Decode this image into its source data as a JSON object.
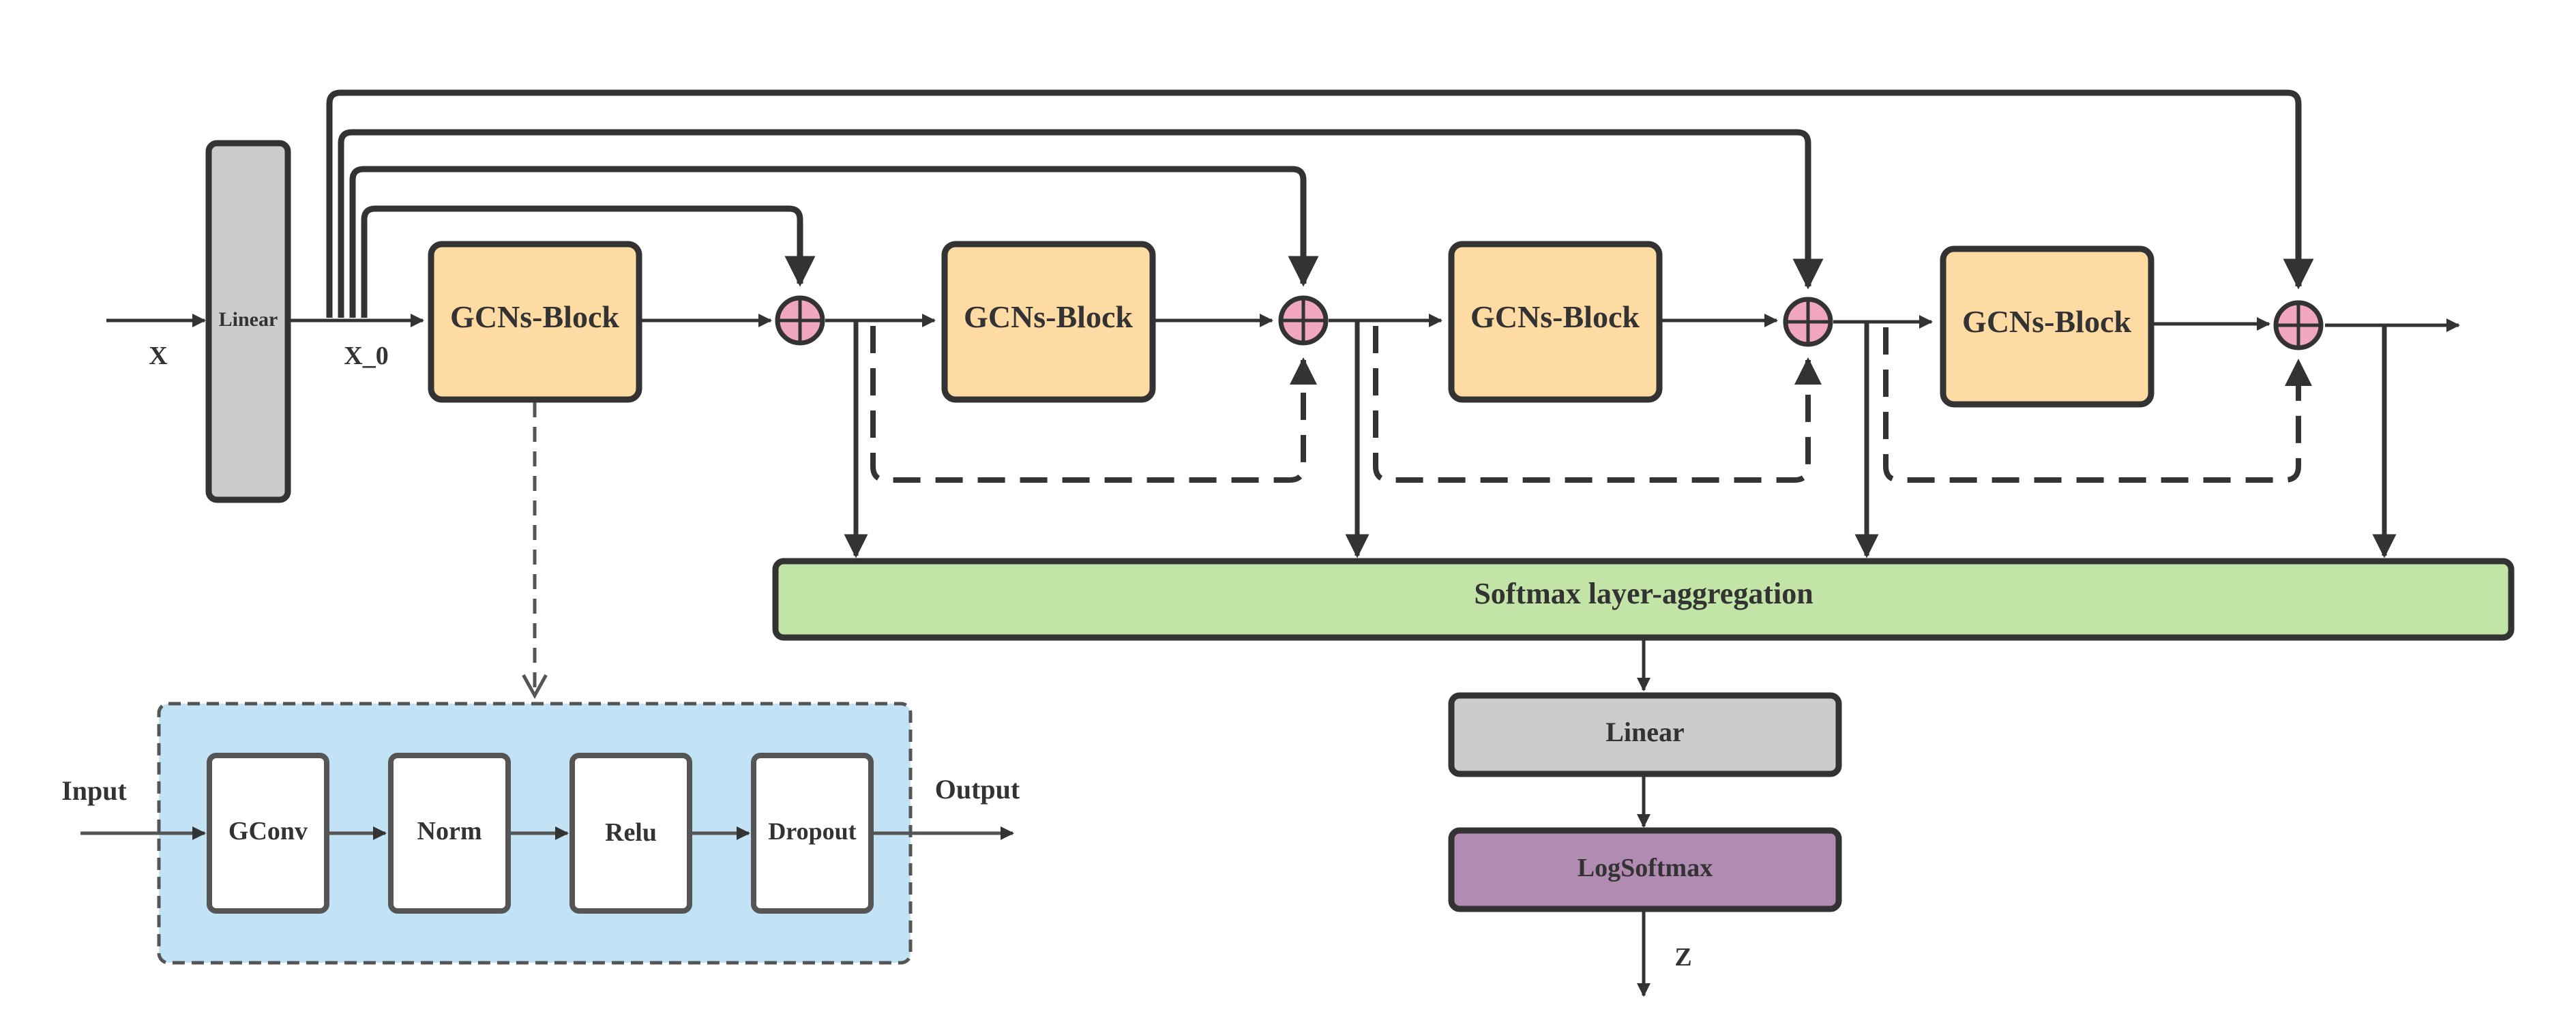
{
  "colors": {
    "stroke": "#333333",
    "linear_fill": "#cccccc",
    "gcn_block_fill": "#ffdba4",
    "add_node_fill": "#f0a5c0",
    "softmax_fill": "#c2e5a7",
    "logsoftmax_fill": "#b18bb1",
    "detail_panel_fill": "#c2e3f5",
    "detail_box_fill": "#ffffff"
  },
  "labels": {
    "input_x": "X",
    "x0": "X_0",
    "linear_left": "Linear",
    "gcn_block": "GCNs-Block",
    "softmax": "Softmax layer-aggregation",
    "linear_out": "Linear",
    "logsoftmax": "LogSoftmax",
    "output_z": "Z"
  },
  "detail": {
    "input": "Input",
    "output": "Output",
    "layers": [
      "GConv",
      "Norm",
      "Relu",
      "Dropout"
    ]
  }
}
